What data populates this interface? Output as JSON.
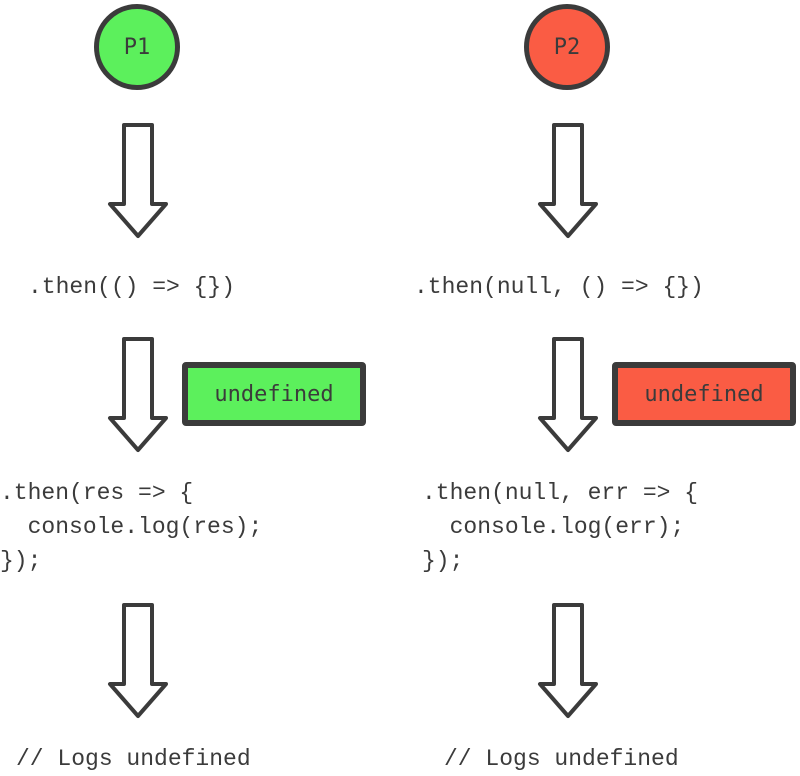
{
  "colors": {
    "success": "#5cf05c",
    "failure": "#fa5c44",
    "stroke": "#3b3b3b"
  },
  "left": {
    "node_label": "P1",
    "then_call": ".then(() => {})",
    "badge_value": "undefined",
    "handler_code": ".then(res => {\n  console.log(res);\n});",
    "log_comment": "// Logs undefined"
  },
  "right": {
    "node_label": "P2",
    "then_call": ".then(null, () => {})",
    "badge_value": "undefined",
    "handler_code": ".then(null, err => {\n  console.log(err);\n});",
    "log_comment": "// Logs undefined"
  },
  "icons": {
    "flow_arrow": "down-arrow-icon"
  }
}
